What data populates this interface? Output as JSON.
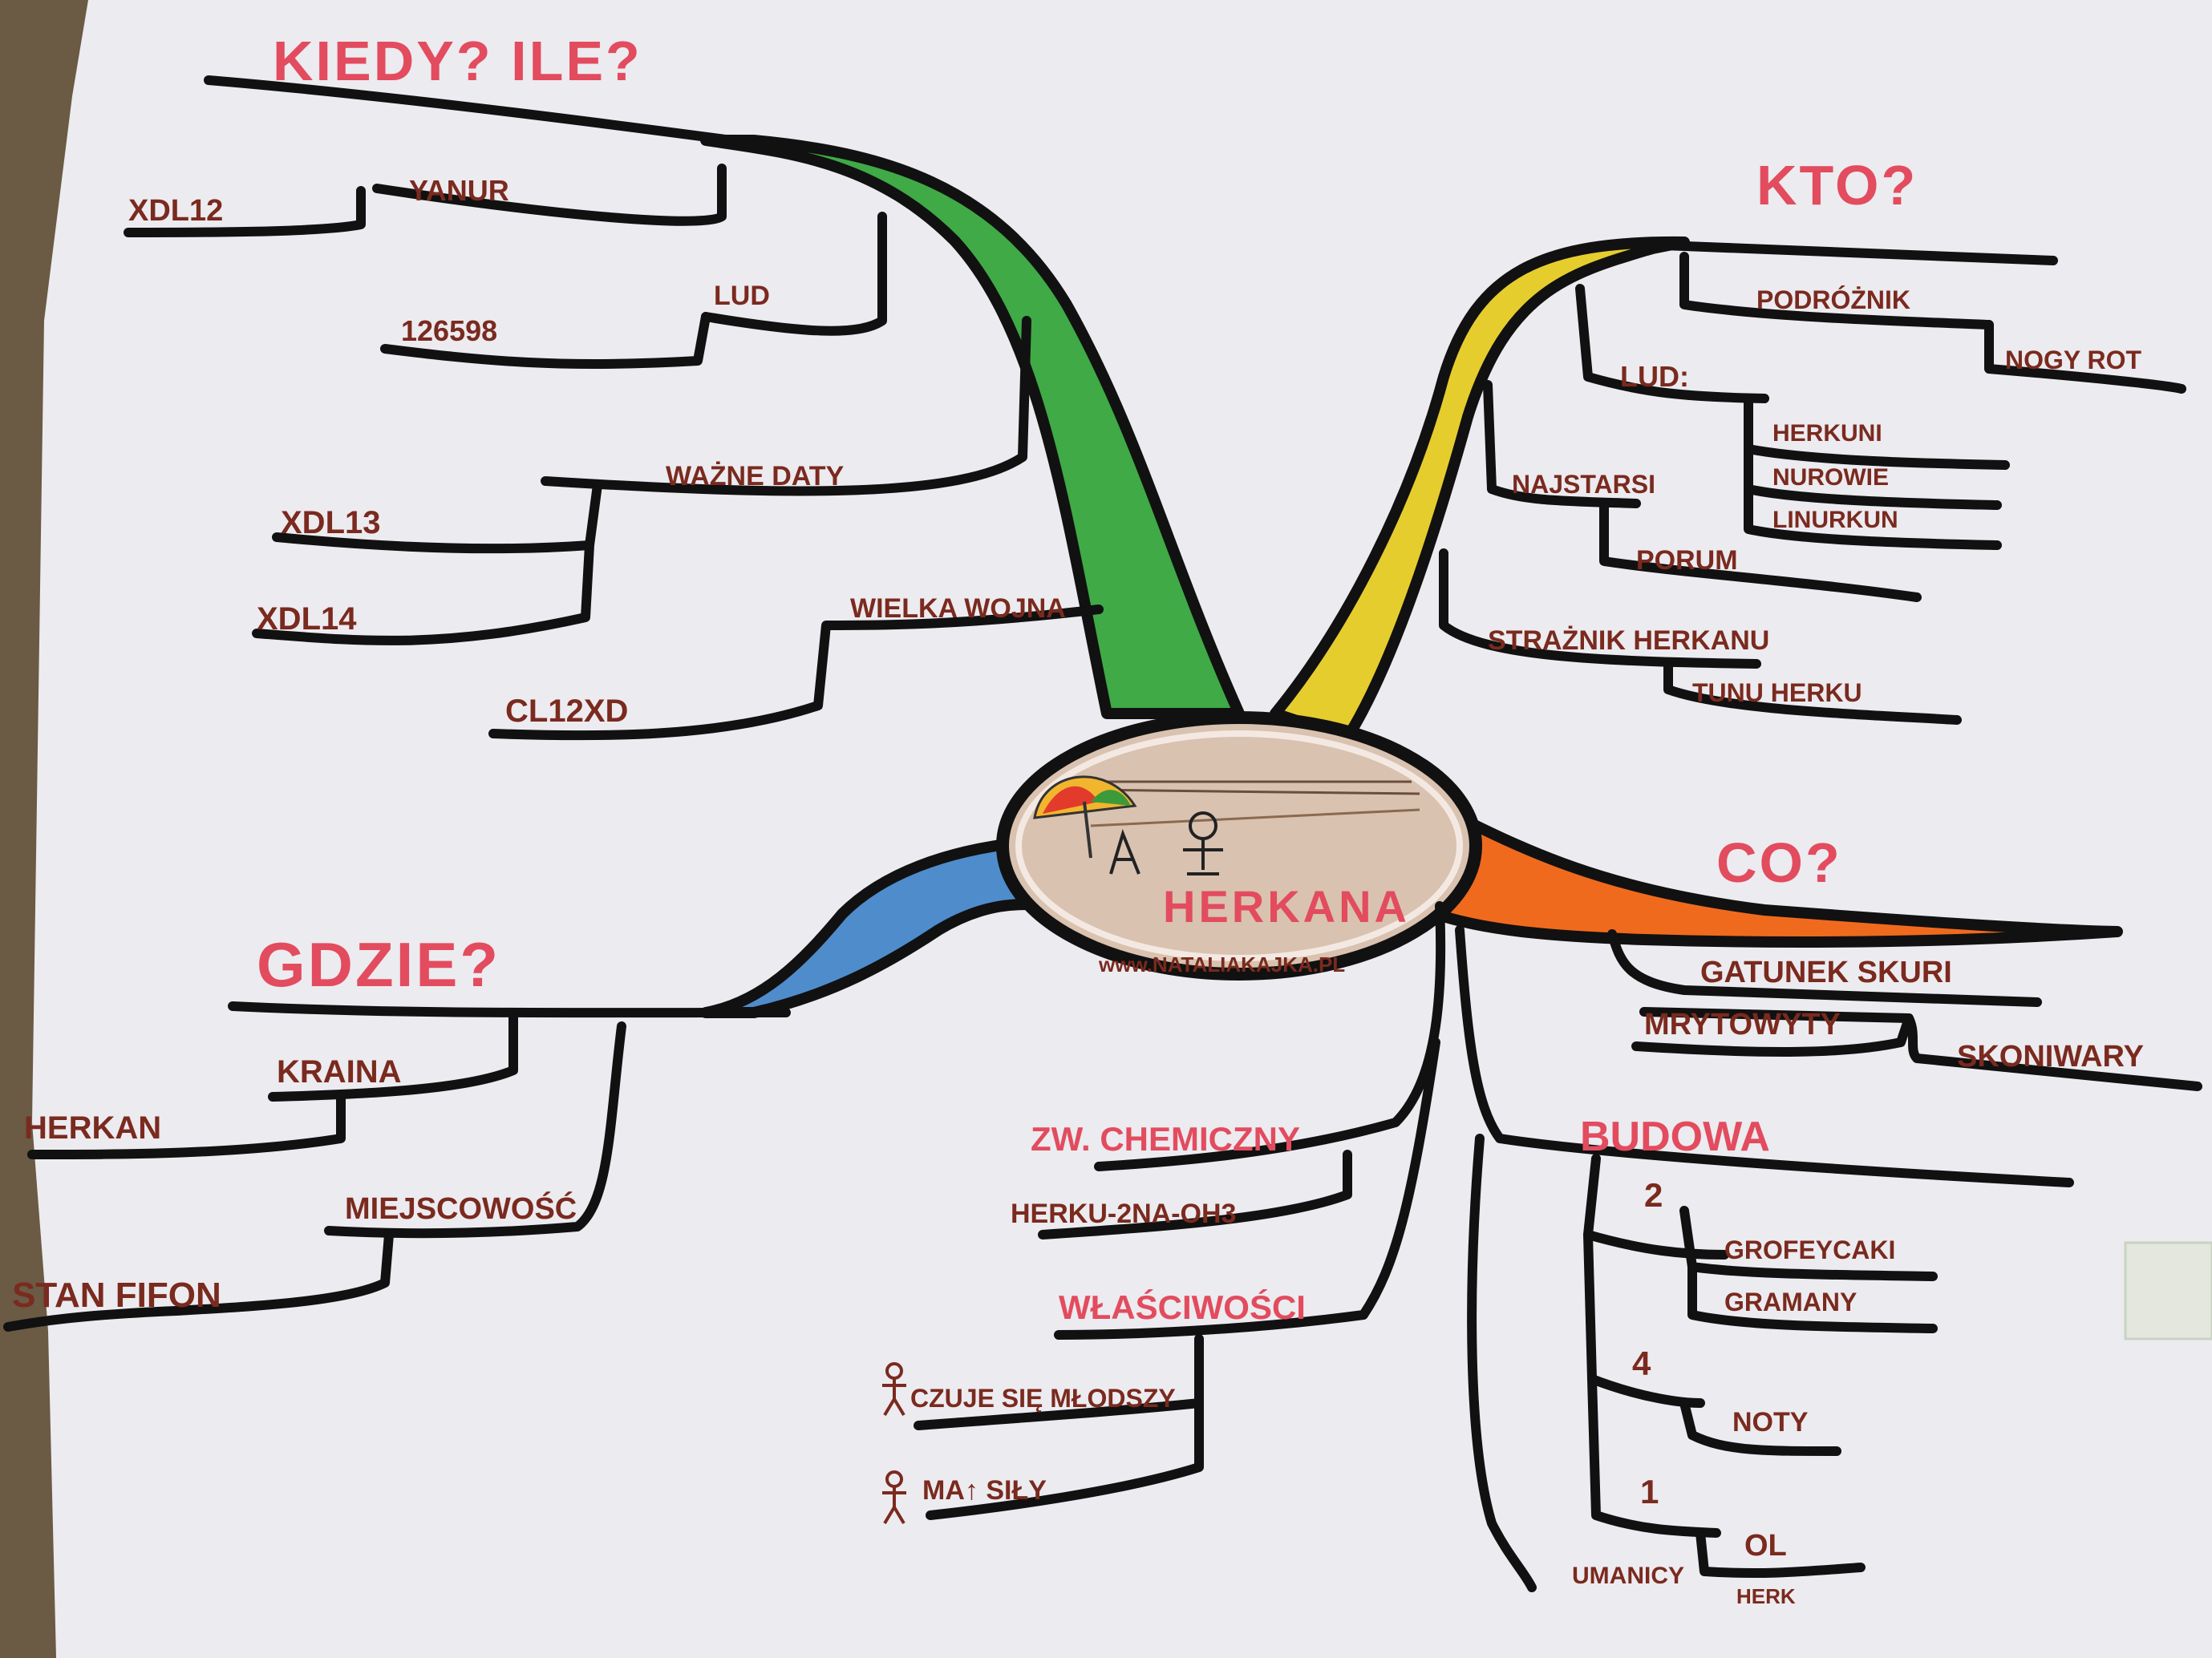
{
  "center": {
    "title": "HERKANA",
    "url": "www.NATALIAKAJKA.PL"
  },
  "colors": {
    "paper": "#ecebf0",
    "green": "#3faa46",
    "yellow": "#e6cd2e",
    "orange": "#f06a1e",
    "blue": "#4f8ccc",
    "heading": "#e24c5e",
    "label": "#7a2a1e"
  },
  "branches": {
    "kiedy": {
      "heading": "KIEDY? ILE?",
      "items": {
        "yanur": "YANUR",
        "xdl12": "XDL12",
        "lud": "LUD",
        "n126598": "126598",
        "wazne_daty": "WAŻNE DATY",
        "xdl13": "XDL13",
        "xdl14": "XDL14",
        "wielka_wojna": "WIELKA WOJNA",
        "cl12xd": "CL12XD"
      }
    },
    "kto": {
      "heading": "KTO?",
      "items": {
        "podroznik": "PODRÓŻNIK",
        "nogy_rot": "NOGY ROT",
        "lud": "LUD:",
        "herkuni": "HERKUNI",
        "nurowie": "NUROWIE",
        "linurowie": "LINURKUN",
        "najstarsi": "NAJSTARSI",
        "porum": "PORUM",
        "straznik": "STRAŻNIK HERKANU",
        "tuny_herku": "TUNU HERKU"
      }
    },
    "co": {
      "heading": "CO?",
      "items": {
        "gatunek": "GATUNEK SKURI",
        "mrytowyty": "MRYTOWYTY",
        "skoniwary": "SKONIWARY"
      }
    },
    "gdzie": {
      "heading": "GDZIE?",
      "items": {
        "kraina": "KRAINA",
        "herkan": "HERKAN",
        "miejscowosc": "MIEJSCOWOŚĆ",
        "stan_fifon": "STAN FIFON"
      }
    },
    "bottom": {
      "zw_chemiczny": "ZW. CHEMICZNY",
      "wzor": "HERKU-2NA-OH3",
      "wlasciwosci": "WŁAŚCIWOŚCI",
      "czuje": "CZUJE SIĘ MŁODSZY",
      "ma_sily": "MA↑ SIŁY",
      "budowa": "BUDOWA",
      "n2": "2",
      "grofeycaki": "GROFEYCAKI",
      "gramany": "GRAMANY",
      "n4": "4",
      "noty": "NOTY",
      "n1": "1",
      "ol": "OL",
      "umanicy": "UMANICY",
      "herk": "HERK"
    }
  }
}
